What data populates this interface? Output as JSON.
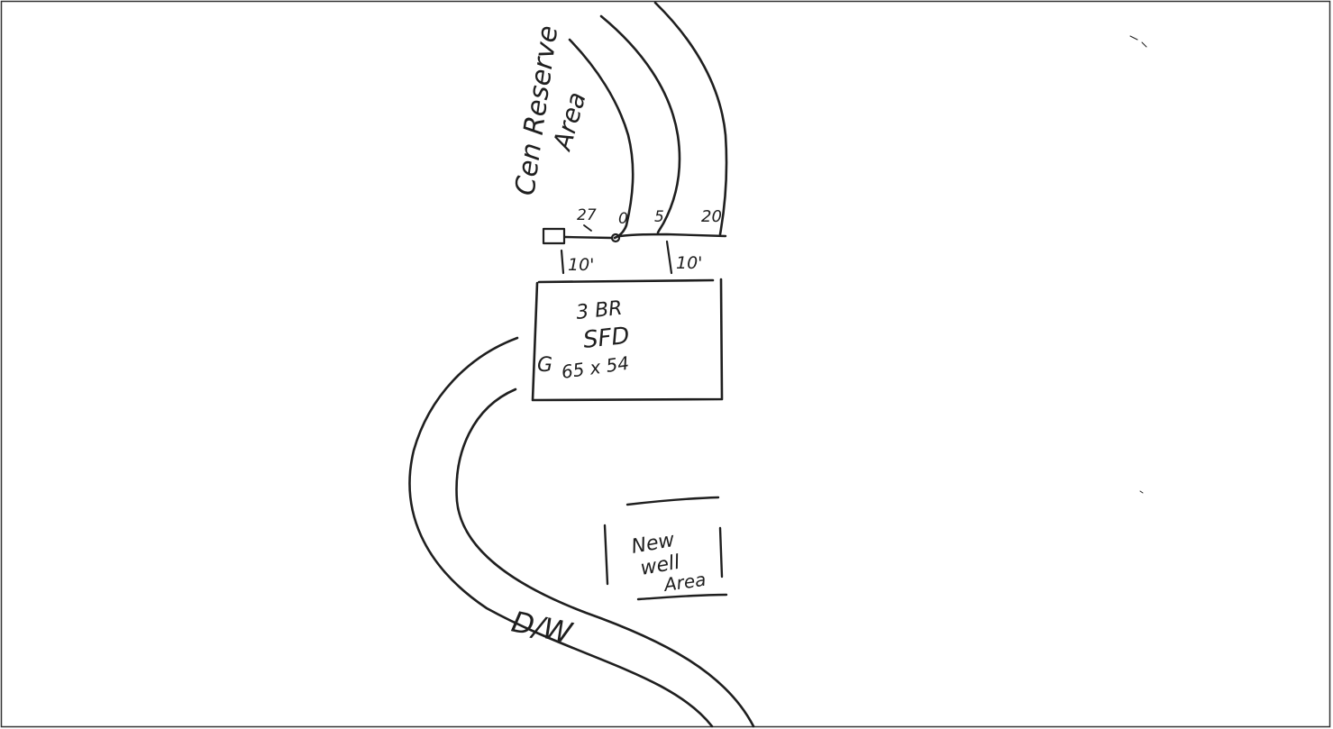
{
  "labels": {
    "reserve_area": [
      "Cen Reserve",
      "Area"
    ],
    "dim_27": "27",
    "dim_0": "0",
    "dim_5": "5",
    "dim_20": "20",
    "setback_left": "10'",
    "setback_right": "10'",
    "house_lines": [
      "3 BR",
      "SFD",
      "65 x 54"
    ],
    "house_g": "G",
    "well_area": [
      "New",
      "well",
      "Area"
    ],
    "driveway": "D/W"
  },
  "colors": {
    "ink": "#1f1f1f",
    "frame": "#333333",
    "paper": "#ffffff"
  }
}
